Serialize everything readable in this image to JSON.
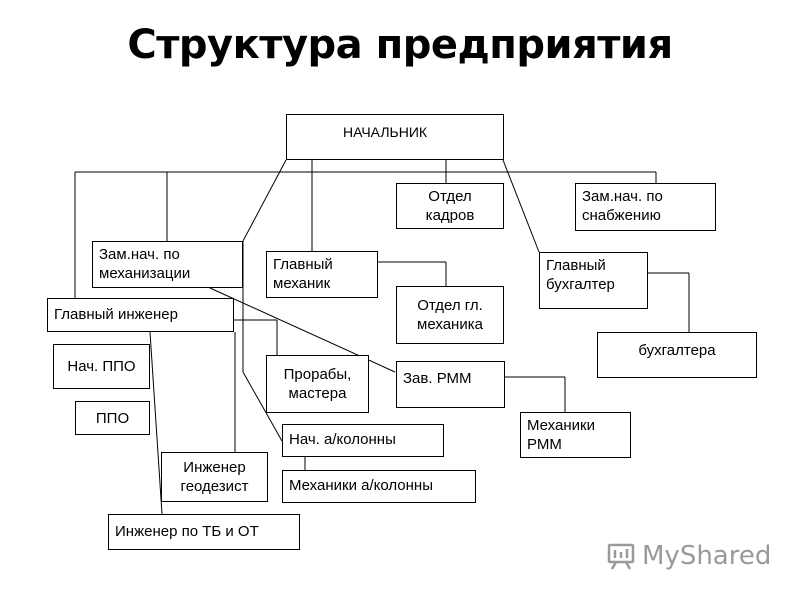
{
  "title": "Структура предприятия",
  "nodes": {
    "head": "НАЧАЛЬНИК",
    "hr": "Отдел кадров",
    "supply": "Зам.нач. по снабжению",
    "mechanization": "Зам.нач. по механизации",
    "chief_mechanic": "Главный механик",
    "chief_mechanic_dept": "Отдел гл. механика",
    "chief_accountant": "Главный бухгалтер",
    "accounting": "бухгалтера",
    "chief_engineer": "Главный инженер",
    "ppo_head": "Нач. ППО",
    "ppo": "ППО",
    "foremen": "Прорабы, мастера",
    "rmm_head": "Зав. РММ",
    "rmm_mechanics": "Механики РММ",
    "convoy_head": "Нач. а/колонны",
    "convoy_mechanics": "Механики а/колонны",
    "geodesist": "Инженер геодезист",
    "safety_engineer": "Инженер по ТБ и ОТ"
  },
  "watermark": {
    "text": "MyShared",
    "icon": "presentation-board-icon"
  },
  "colors": {
    "line": "#000000",
    "watermark": "#9a9a9a"
  }
}
